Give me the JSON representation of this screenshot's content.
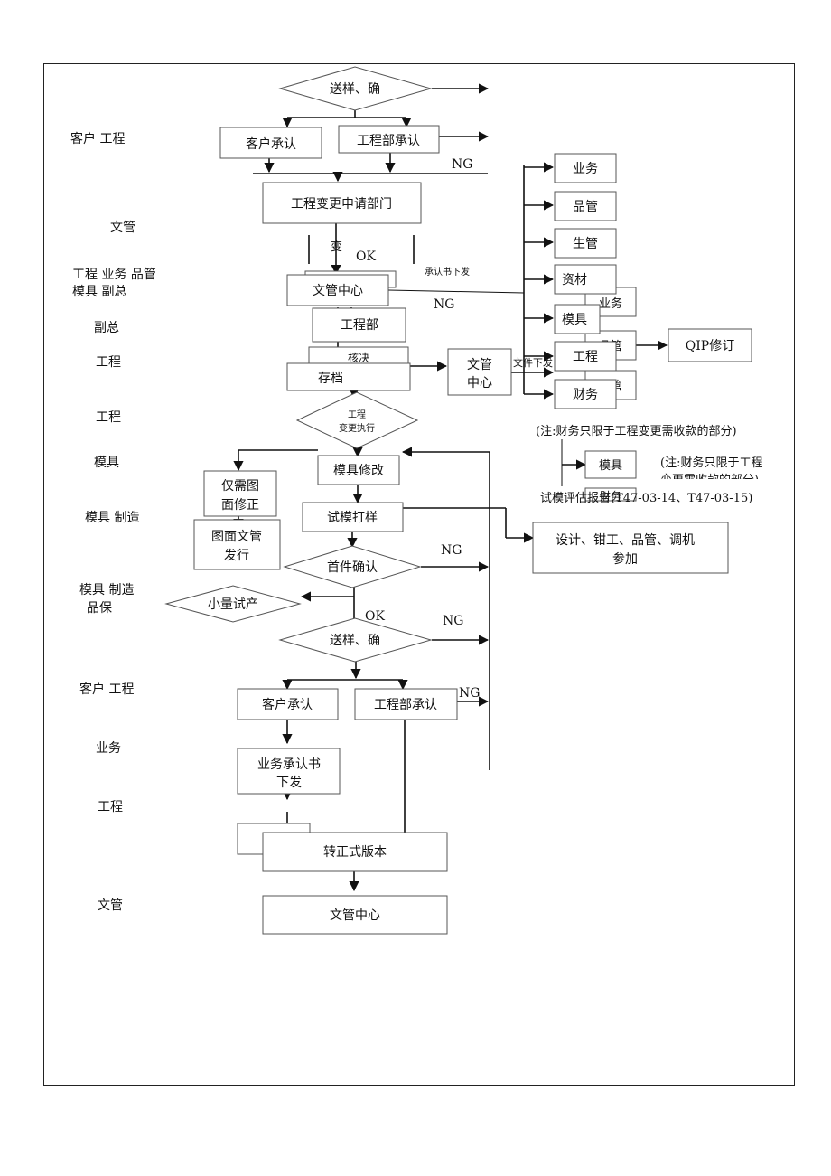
{
  "role_labels": [
    "客户 工程",
    "文管",
    "工程 业务 品管",
    "模具 副总",
    "副总",
    "工程",
    "工程",
    "模具",
    "模具 制造",
    "模具 制造",
    "品保",
    "客户 工程",
    "业务",
    "工程",
    "文管"
  ],
  "nodes": {
    "send_confirm_top": "送样、确",
    "customer_approval_top": "客户承认",
    "eng_dept_approval_top": "工程部承认",
    "eng_change_request": "工程变更申请部门",
    "change_hidden": "变",
    "doc_center_1": "文管中心",
    "eng_dept": "工程部",
    "verify_hidden": "核决",
    "archive": "存档",
    "doc_center_2_line1": "文管",
    "doc_center_2_line2": "中心",
    "eng_change_exec_line1": "工程",
    "eng_change_exec_line2": "变更执行",
    "mold_modify": "模具修改",
    "drawing_only_line1": "仅需图",
    "drawing_only_line2": "面修正",
    "drawing_release_line1": "图面文管",
    "drawing_release_line2": "发行",
    "trial_molding": "试模打样",
    "first_article": "首件确认",
    "small_trial": "小量试产",
    "send_confirm_bottom": "送样、确",
    "customer_approval_bottom": "客户承认",
    "eng_dept_approval_bottom": "工程部承认",
    "sales_approval_line1": "业务承认书",
    "sales_approval_line2": "下发",
    "formal_version": "转正式版本",
    "doc_center_final": "文管中心",
    "participants_line1": "设计、钳工、品管、调机",
    "participants_line2": "参加",
    "qip_revision": "QIP修订"
  },
  "departments": [
    "业务",
    "品管",
    "生管",
    "资材",
    "模具",
    "工程",
    "财务"
  ],
  "hidden_departments": [
    "业务",
    "品管",
    "品管",
    "模具",
    "财务"
  ],
  "annotations": {
    "ok_top": "OK",
    "ng_top": "NG",
    "approval_issued": "承认书下发",
    "ng_mid": "NG",
    "file_issued": "文件下发",
    "finance_note": "(注:财务只限于工程变更需收款的部分)",
    "finance_note_dup_line1": "(注:财务只限于工程",
    "finance_note_dup_line2": "变更需收款的部分)",
    "trial_report": "试模评估报告(T47-03-14、T47-03-15)",
    "ng_first_article": "NG",
    "ok_bottom": "OK",
    "ng_send_bottom": "NG",
    "ng_eng_bottom": "NG"
  }
}
